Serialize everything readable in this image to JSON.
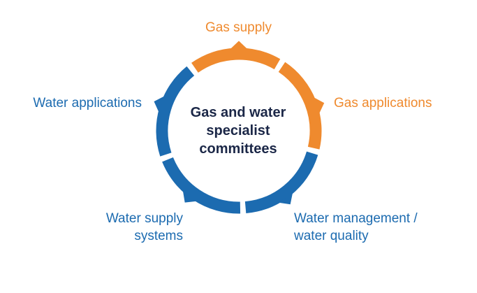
{
  "diagram": {
    "center": {
      "lines": [
        "Gas and water",
        "specialist",
        "committees"
      ]
    },
    "nodes": {
      "gas_supply": {
        "lines": [
          "Gas supply"
        ]
      },
      "gas_applications": {
        "lines": [
          "Gas applications"
        ]
      },
      "water_management": {
        "lines": [
          "Water management /",
          "water quality"
        ]
      },
      "water_supply": {
        "lines": [
          "Water supply",
          "systems"
        ]
      },
      "water_applications": {
        "lines": [
          "Water applications"
        ]
      }
    },
    "colors": {
      "gas": "#ef8a2e",
      "water": "#1c6bb0",
      "center_text": "#1b2747",
      "background": "#ffffff"
    }
  }
}
